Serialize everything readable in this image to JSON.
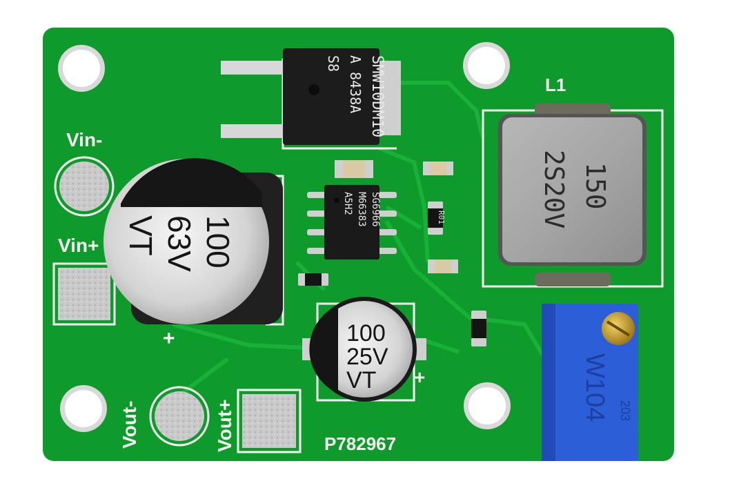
{
  "board": {
    "board_id": "P782967",
    "labels": {
      "vin_minus": "Vin-",
      "vin_plus": "Vin+",
      "vout_minus": "Vout-",
      "vout_plus": "Vout+",
      "inductor_ref": "L1",
      "plus_left": "+",
      "plus_right": "+"
    },
    "colors": {
      "pcb": "#0f9a2c",
      "pcb_trace": "#19ad36",
      "silkscreen": "#f4f7f2",
      "pad_metal": "#c9c9c9",
      "trimpot": "#2c5ed8"
    }
  },
  "capacitor_large": {
    "value": "100",
    "voltage": "63V",
    "series": "VT"
  },
  "capacitor_small": {
    "value": "100",
    "voltage": "25V",
    "series": "VT"
  },
  "mosfet": {
    "line1": "SMW10DM10",
    "line2": "A 8438A",
    "line3": "S8"
  },
  "controller_ic": {
    "line1": "SG6966",
    "line2": "M66383",
    "line3": "A5H2"
  },
  "resistor": {
    "marking": "R01"
  },
  "inductor": {
    "line1": "150",
    "line2": "2S20V"
  },
  "trimpot": {
    "marking": "W104",
    "code": "203"
  }
}
